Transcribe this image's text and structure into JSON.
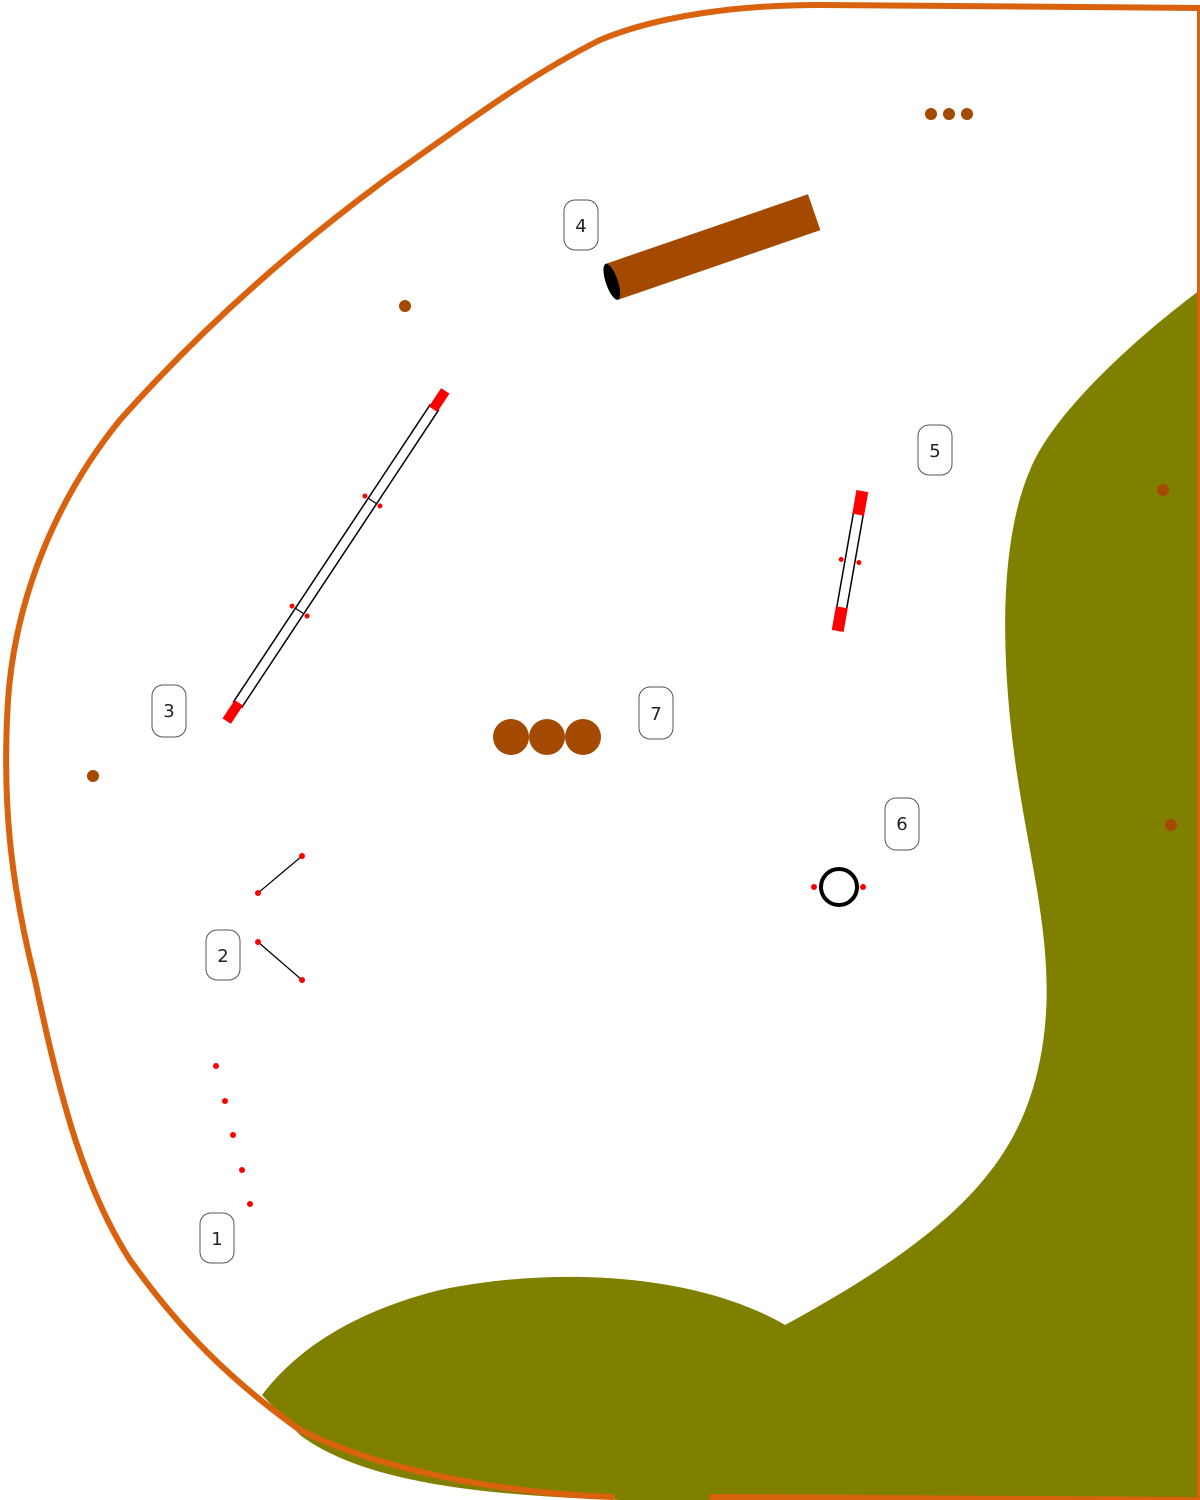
{
  "diagram": {
    "colors": {
      "fence": "#d9620f",
      "grass": "#808000",
      "tunnel": "#a34a00",
      "tunnel_opening": "#000000",
      "marker": "#a34a00",
      "red_pole": "#ff0000",
      "label_border": "#555555",
      "label_bg": "#ffffff",
      "obstacle_outline": "#000000"
    },
    "obstacles": [
      {
        "id": "1",
        "label": "1",
        "kind": "weave-poles"
      },
      {
        "id": "2",
        "label": "2",
        "kind": "spread-jump"
      },
      {
        "id": "3",
        "label": "3",
        "kind": "dog-walk"
      },
      {
        "id": "4",
        "label": "4",
        "kind": "tunnel"
      },
      {
        "id": "5",
        "label": "5",
        "kind": "bar-jump"
      },
      {
        "id": "6",
        "label": "6",
        "kind": "tyre"
      },
      {
        "id": "7",
        "label": "7",
        "kind": "table"
      }
    ]
  }
}
